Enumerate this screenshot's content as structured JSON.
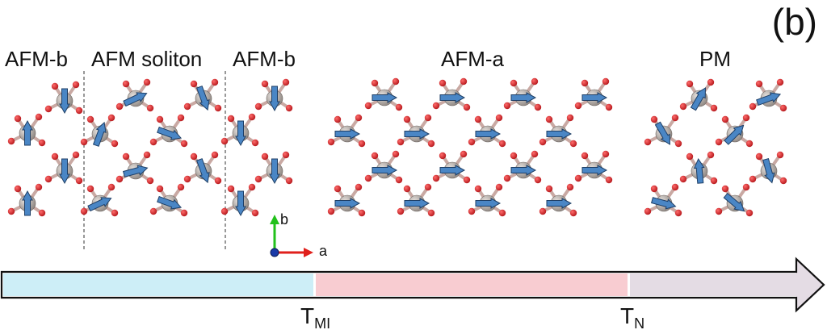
{
  "panel_label": "(b)",
  "phases": {
    "afm_b_left": "AFM-b",
    "afm_soliton": "AFM soliton",
    "afm_b_right": "AFM-b",
    "afm_a": "AFM-a",
    "pm": "PM"
  },
  "axes": {
    "b": "b",
    "a": "a"
  },
  "transitions": {
    "t_mi": {
      "main": "T",
      "sub": "MI"
    },
    "t_n": {
      "main": "T",
      "sub": "N"
    }
  },
  "colors": {
    "oxygen": "#d9252a",
    "metal": "#a8a09b",
    "spin_arrow": "#4a86c5",
    "band_low": "#cdeef7",
    "band_mid": "#f8ccd1",
    "band_high": "#e4dce4",
    "axis_b": "#22c11b",
    "axis_a": "#e0201c",
    "axis_c": "#1a3aa8"
  }
}
